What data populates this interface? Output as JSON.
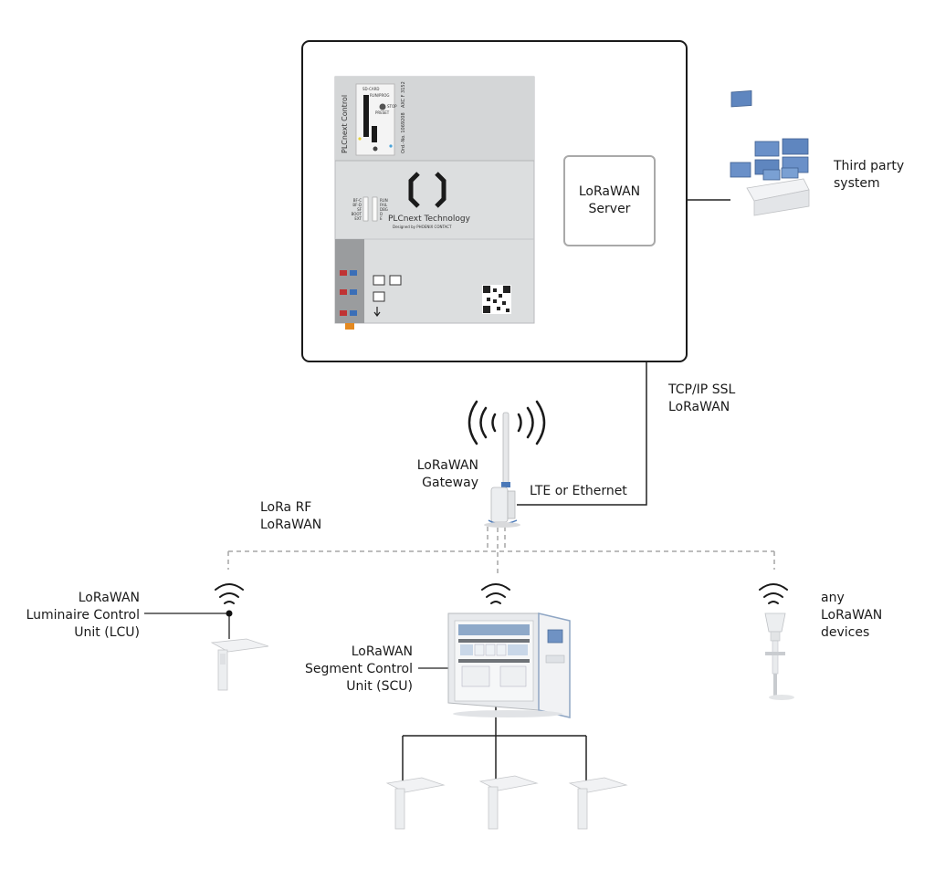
{
  "labels": {
    "server_line1": "LoRaWAN",
    "server_line2": "Server",
    "third_party_line1": "Third party",
    "third_party_line2": "system",
    "tcp_line1": "TCP/IP SSL",
    "tcp_line2": "LoRaWAN",
    "gateway_line1": "LoRaWAN",
    "gateway_line2": "Gateway",
    "lte": "LTE or Ethernet",
    "lora_rf_line1": "LoRa RF",
    "lora_rf_line2": "LoRaWAN",
    "lcu_line1": "LoRaWAN",
    "lcu_line2": "Luminaire Control",
    "lcu_line3": "Unit (LCU)",
    "scu_line1": "LoRaWAN",
    "scu_line2": "Segment Control",
    "scu_line3": "Unit (SCU)",
    "any_line1": "any",
    "any_line2": "LoRaWAN",
    "any_line3": "devices"
  },
  "plc": {
    "vertical_label": "PLCnext Control",
    "brand": "PLCnext Technology",
    "designed_by": "Designed by PHOENIX CONTACT",
    "sd_card": "SD-CARD",
    "run_prog": "RUN/PROG",
    "stop": "STOP",
    "preset": "PRESET",
    "order_no": "Ord.-No. 1069208",
    "model": "AXC F 3152",
    "led_left": [
      "BF-C",
      "BF-D",
      "SF",
      "BOOT",
      "EXT"
    ],
    "led_right": [
      "RUN",
      "FAIL",
      "DBG",
      "D",
      "E"
    ]
  },
  "colors": {
    "line": "#222222",
    "dashed": "#a6a6a6",
    "server_border": "#a9a9a9",
    "plc_body": "#d9dbdc"
  }
}
